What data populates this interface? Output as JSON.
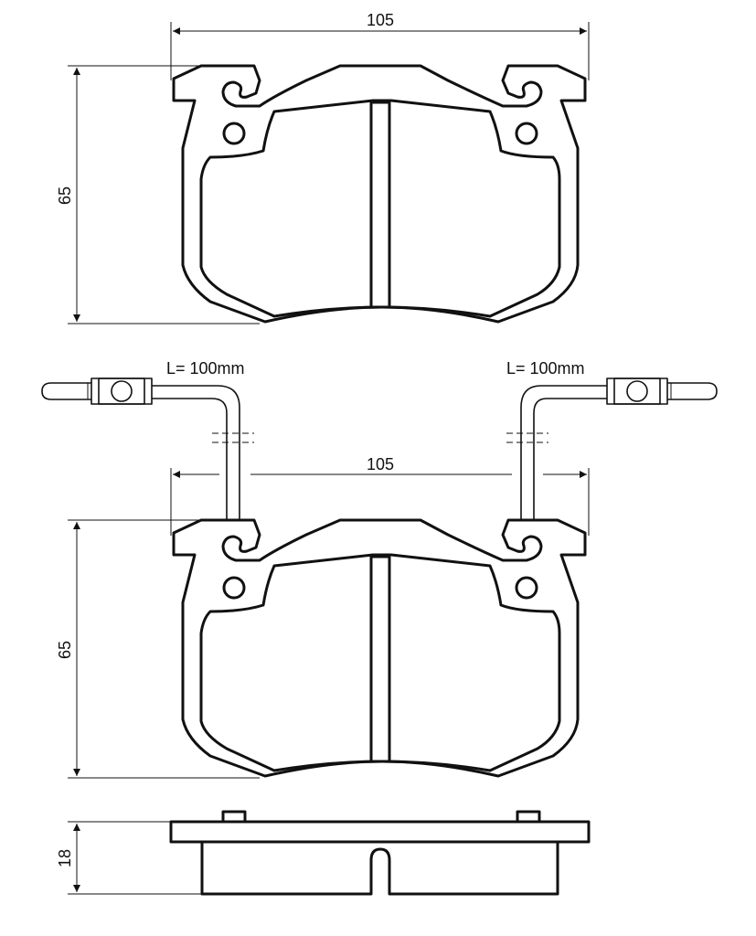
{
  "drawing": {
    "top_view": {
      "width_dimension": "105",
      "height_dimension": "65"
    },
    "sensor_view": {
      "width_dimension": "105",
      "height_dimension": "65",
      "left_wire_length": "L= 100mm",
      "right_wire_length": "L= 100mm"
    },
    "side_view": {
      "thickness_dimension": "18"
    },
    "line_color": "#111111",
    "background": "#ffffff"
  }
}
